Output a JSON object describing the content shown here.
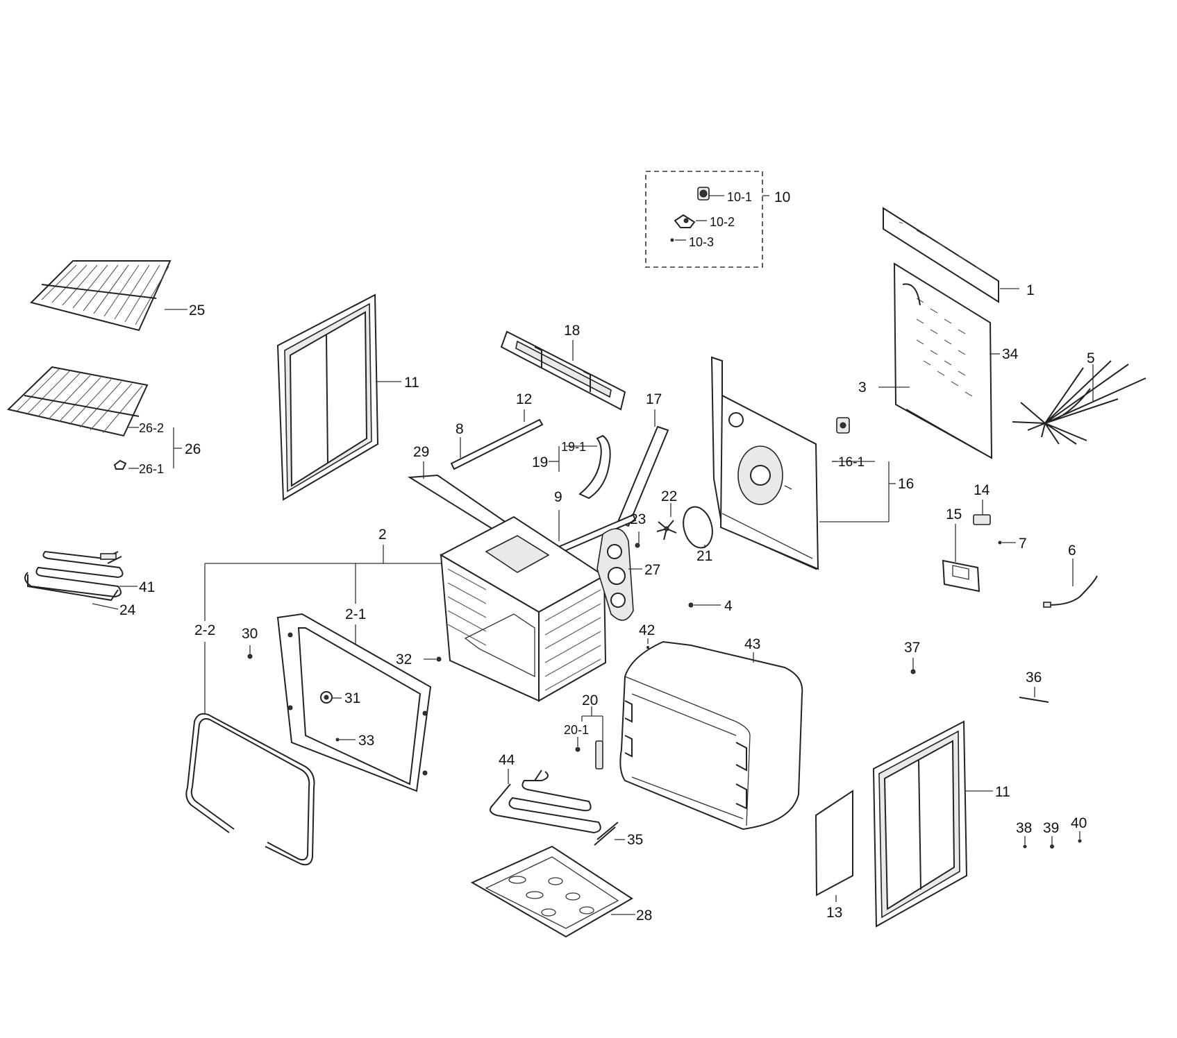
{
  "diagram": {
    "labels": {
      "l1": "1",
      "l2": "2",
      "l2_1": "2-1",
      "l2_2": "2-2",
      "l3": "3",
      "l4": "4",
      "l5": "5",
      "l6": "6",
      "l7": "7",
      "l8": "8",
      "l9": "9",
      "l10": "10",
      "l10_1": "10-1",
      "l10_2": "10-2",
      "l10_3": "10-3",
      "l11a": "11",
      "l11b": "11",
      "l12": "12",
      "l13": "13",
      "l14": "14",
      "l15": "15",
      "l16": "16",
      "l16_1": "16-1",
      "l17": "17",
      "l18": "18",
      "l19": "19",
      "l19_1": "19-1",
      "l20": "20",
      "l20_1": "20-1",
      "l21": "21",
      "l22": "22",
      "l23": "23",
      "l24": "24",
      "l25": "25",
      "l26": "26",
      "l26_1": "26-1",
      "l26_2": "26-2",
      "l27": "27",
      "l28": "28",
      "l29": "29",
      "l30": "30",
      "l31": "31",
      "l32": "32",
      "l33": "33",
      "l34": "34",
      "l35": "35",
      "l36": "36",
      "l37": "37",
      "l38": "38",
      "l39": "39",
      "l40": "40",
      "l41": "41",
      "l42": "42",
      "l43": "43",
      "l44": "44"
    }
  }
}
